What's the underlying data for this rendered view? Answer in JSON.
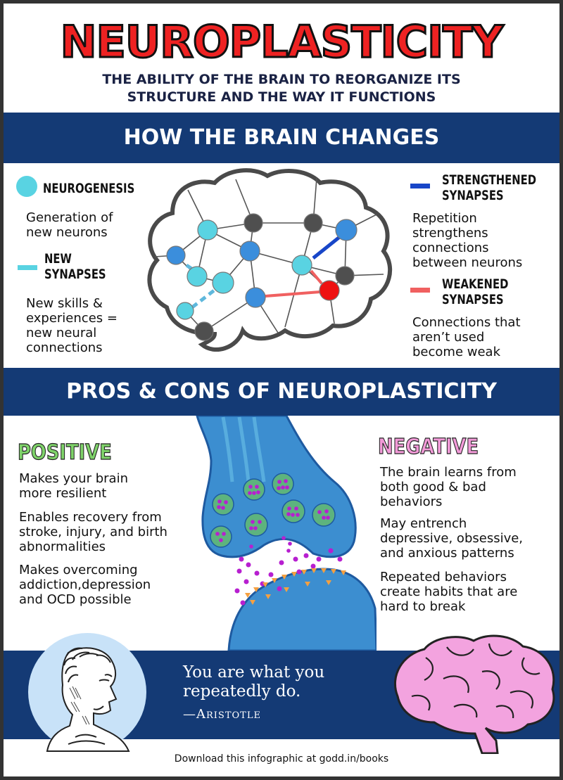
{
  "header": {
    "title": "NEUROPLASTICITY",
    "subtitle_line1": "THE ABILITY OF THE BRAIN TO REORGANIZE ITS",
    "subtitle_line2": "STRUCTURE AND THE WAY IT FUNCTIONS"
  },
  "section1": {
    "title": "HOW THE BRAIN CHANGES",
    "neurogenesis": {
      "title": "NEUROGENESIS",
      "desc_line1": "Generation of",
      "desc_line2": "new neurons",
      "color": "#59d3e2"
    },
    "new_synapses": {
      "title_line1": "NEW",
      "title_line2": "SYNAPSES",
      "desc_line1": "New skills &",
      "desc_line2": "experiences =",
      "desc_line3": "new neural",
      "desc_line4": "connections",
      "color": "#59d3e2"
    },
    "strengthened": {
      "title_line1": "STRENGTHENED",
      "title_line2": "SYNAPSES",
      "desc_line1": "Repetition",
      "desc_line2": "strengthens",
      "desc_line3": "connections",
      "desc_line4": "between neurons",
      "color": "#1846c8"
    },
    "weakened": {
      "title_line1": "WEAKENED",
      "title_line2": "SYNAPSES",
      "desc_line1": "Connections that",
      "desc_line2": "aren’t used",
      "desc_line3": "become weak",
      "color": "#f06060"
    }
  },
  "section2": {
    "title": "PROS & CONS OF NEUROPLASTICITY",
    "positive": {
      "heading": "POSITIVE",
      "color": "#7fd36a",
      "items": [
        {
          "l1": "Makes your brain",
          "l2": "more resilient",
          "l3": ""
        },
        {
          "l1": "Enables recovery from",
          "l2": "stroke, injury, and birth",
          "l3": "abnormalities"
        },
        {
          "l1": "Makes overcoming",
          "l2": "addiction,depression",
          "l3": "and OCD possible"
        }
      ]
    },
    "negative": {
      "heading": "NEGATIVE",
      "color": "#f29ad8",
      "items": [
        {
          "l1": "The brain learns from",
          "l2": "both good & bad",
          "l3": "behaviors"
        },
        {
          "l1": "May entrench",
          "l2": "depressive, obsessive,",
          "l3": "and anxious patterns"
        },
        {
          "l1": "Repeated behaviors",
          "l2": "create habits that are",
          "l3": "hard to break"
        }
      ]
    }
  },
  "quote": {
    "line1": "You are what you",
    "line2": "repeatedly do.",
    "attribution": "—Aristotle"
  },
  "footer": {
    "text": "Download this infographic at godd.in/books"
  },
  "colors": {
    "navy": "#143a75",
    "title_red": "#ee2222",
    "brain_pink": "#f3a3df",
    "synapse_blue": "#3b8edc"
  }
}
